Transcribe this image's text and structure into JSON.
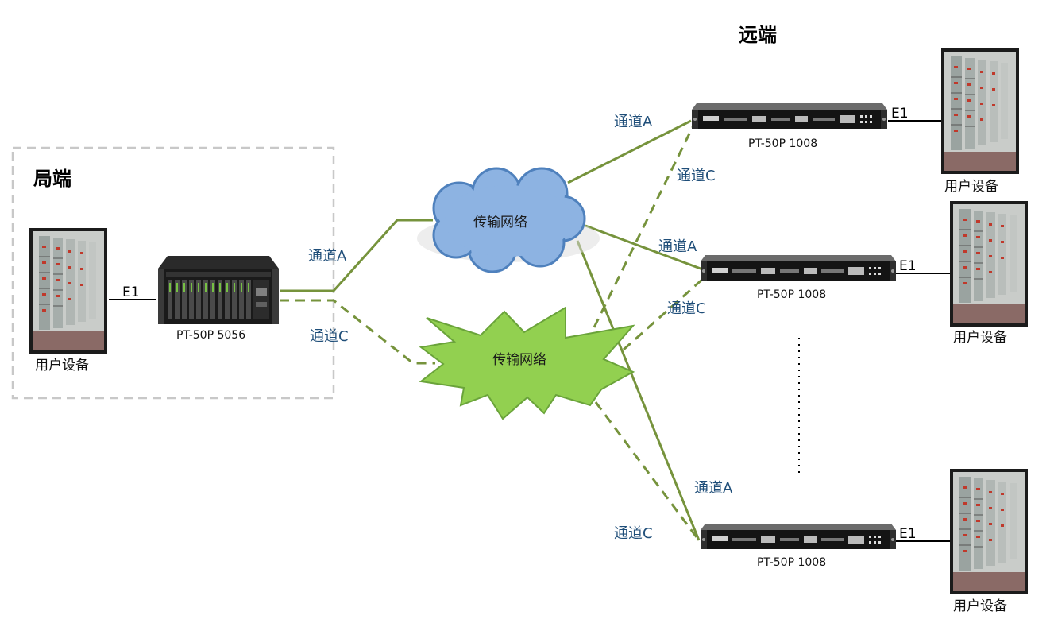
{
  "regions": {
    "local": "局端",
    "remote": "远端"
  },
  "networks": {
    "cloud": "传输网络",
    "burst": "传输网络"
  },
  "local": {
    "user_label": "用户设备",
    "e1_label": "E1",
    "device_label": "PT-50P 5056",
    "channel_a": "通道A",
    "channel_c": "通道C"
  },
  "remotes": [
    {
      "device_label": "PT-50P 1008",
      "e1_label": "E1",
      "user_label": "用户设备",
      "channel_a": "通道A",
      "channel_c": "通道C"
    },
    {
      "device_label": "PT-50P 1008",
      "e1_label": "E1",
      "user_label": "用户设备",
      "channel_a": "通道A",
      "channel_c": "通道C"
    },
    {
      "device_label": "PT-50P 1008",
      "e1_label": "E1",
      "user_label": "用户设备",
      "channel_a": "通道A",
      "channel_c": "通道C"
    }
  ],
  "colors": {
    "link": "#76933c",
    "cloud_fill": "#8db3e2",
    "cloud_stroke": "#4f81bd",
    "burst_fill": "#92d050",
    "burst_stroke": "#6aa33a",
    "channel_text": "#1f4e79",
    "dashed_box": "#c8c8c8"
  }
}
